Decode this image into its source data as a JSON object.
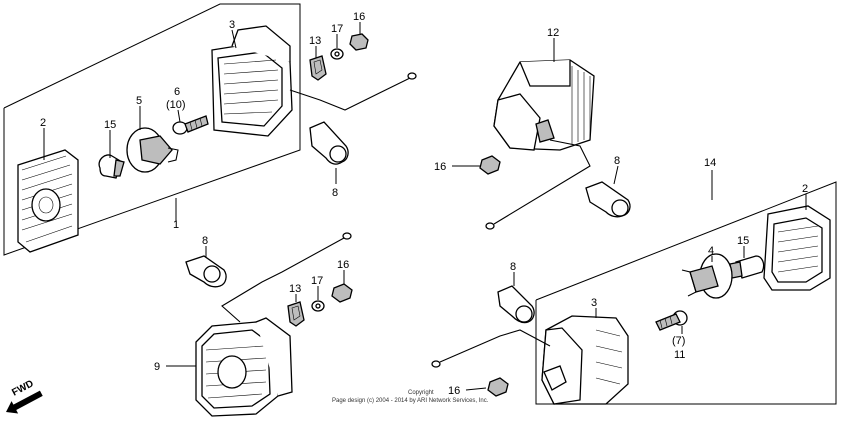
{
  "diagram": {
    "callouts": {
      "c1": "1",
      "c2a": "2",
      "c3a": "3",
      "c5": "5",
      "c6": "6",
      "c6alt": "(10)",
      "c8a": "8",
      "c13a": "13",
      "c15a": "15",
      "c16a": "16",
      "c17a": "17",
      "c12": "12",
      "c16b": "16",
      "c8b": "8",
      "c14": "14",
      "c2b": "2",
      "c15b": "15",
      "c4": "4",
      "c3b": "3",
      "c7": "(7)",
      "c11": "11",
      "c8c": "8",
      "c16c": "16",
      "c8d": "8",
      "c16d": "16",
      "c17b": "17",
      "c13b": "13",
      "c9": "9"
    },
    "fwd_label": "FWD",
    "copyright_line1": "Copyright",
    "copyright_line2": "Page design (c) 2004 - 2014 by ARI Network Services, Inc."
  }
}
